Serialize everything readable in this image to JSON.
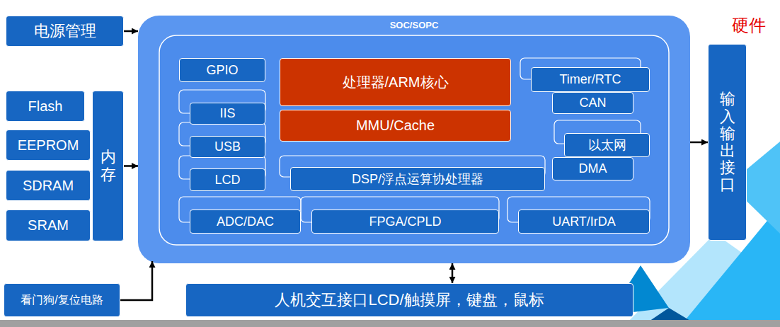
{
  "diagram": {
    "nodes": [
      {
        "text": [
          "电源管理"
        ]
      },
      {
        "text": [
          "SOC/SOPC"
        ]
      },
      {
        "text": [
          "GPIO"
        ],
        "in": 1
      },
      {
        "text": [
          "处理器/ARM核心"
        ],
        "in": 1
      },
      {
        "text": [
          "Timer/RTC"
        ],
        "in": 1
      },
      {
        "text": [
          "IIS"
        ],
        "in": 1
      },
      {
        "text": [
          "MMU/Cache"
        ],
        "in": 1
      },
      {
        "text": [
          "CAN"
        ],
        "in": 1
      },
      {
        "text": [
          "USB"
        ],
        "in": 1
      },
      {
        "text": [
          "以太网"
        ],
        "in": 1
      },
      {
        "text": [
          "LCD"
        ],
        "in": 1
      },
      {
        "text": [
          "DSP/浮点运算协处理器"
        ],
        "in": 1
      },
      {
        "text": [
          "DMA"
        ],
        "in": 1
      },
      {
        "text": [
          "ADC/DAC"
        ],
        "in": 1
      },
      {
        "text": [
          "FPGA/CPLD"
        ],
        "in": 1
      },
      {
        "text": [
          "UART/IrDA"
        ],
        "in": 1
      },
      {
        "text": [
          "Flash"
        ]
      },
      {
        "text": [
          "EEPROM"
        ]
      },
      {
        "text": [
          "SDRAM"
        ]
      },
      {
        "text": [
          "SRAM"
        ]
      },
      {
        "text": [
          "内存"
        ]
      },
      {
        "text": [
          "输入输出接口"
        ]
      },
      {
        "text": [
          "看门狗/复位电路"
        ]
      },
      {
        "text": [
          "人机交互接口LCD/触摸屏，键盘，鼠标"
        ]
      }
    ],
    "edges": [
      {
        "from": 0,
        "to": 1,
        "arrow": "to"
      },
      {
        "from": 20,
        "to": 1,
        "arrow": "to"
      },
      {
        "from": 1,
        "to": 21,
        "arrow": "to"
      },
      {
        "from": 22,
        "to": 1,
        "arrow": "to"
      },
      {
        "from": 1,
        "to": 23,
        "arrow": "both"
      }
    ],
    "labels": [
      "硬件"
    ]
  }
}
